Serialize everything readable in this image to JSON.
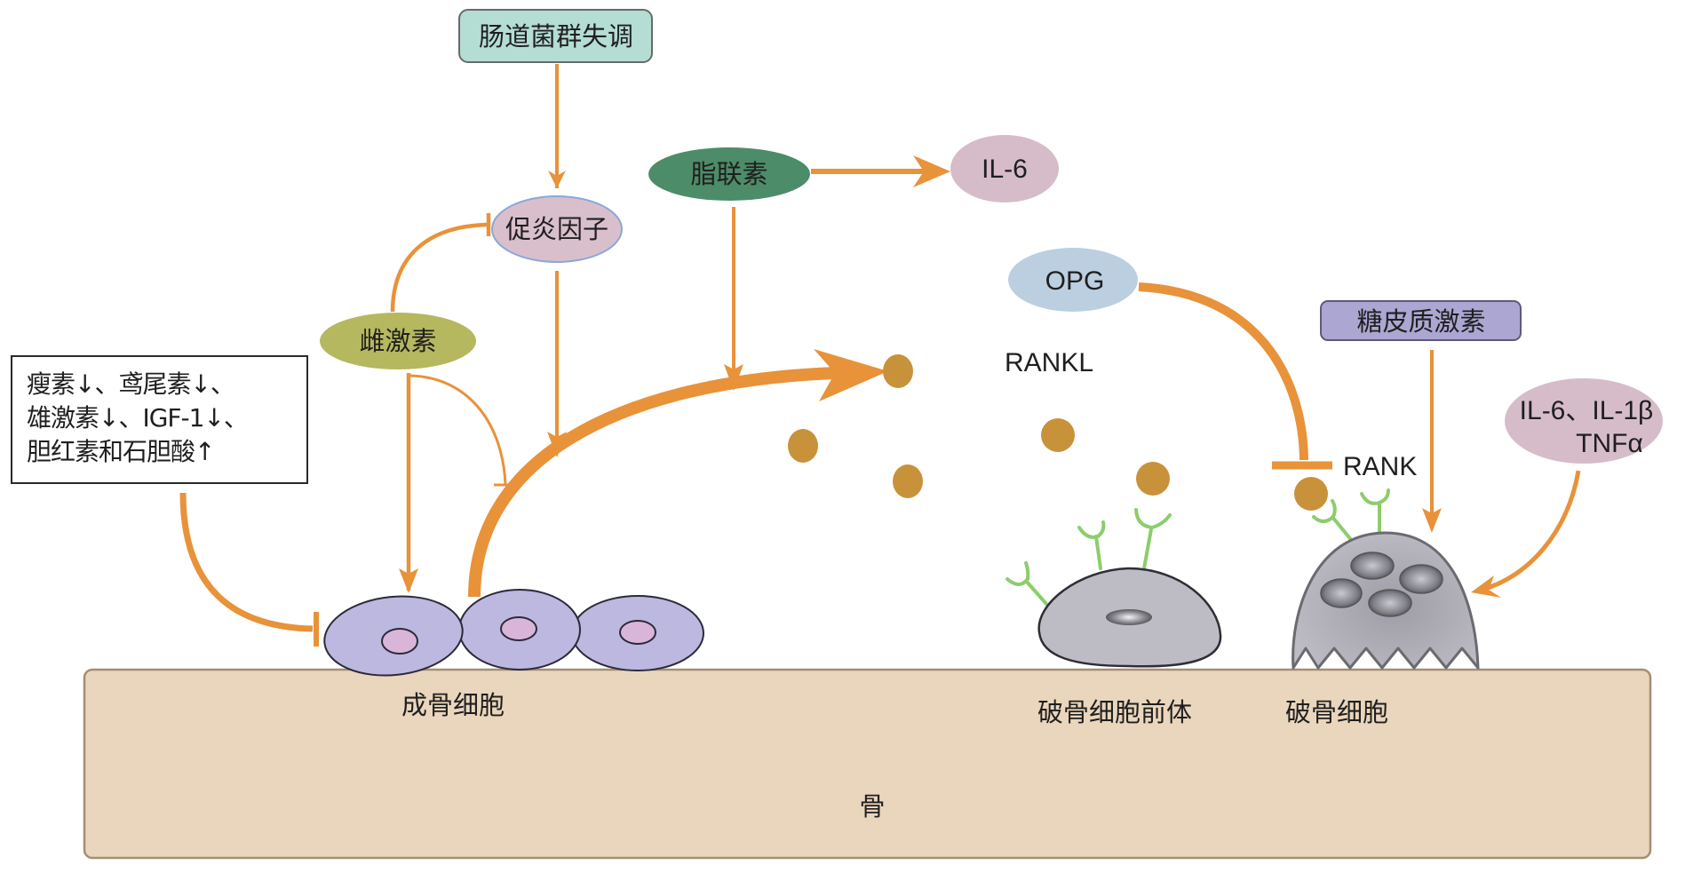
{
  "title": "肠道菌群失调与骨代谢调节示意图",
  "nodes": {
    "gut_dysbiosis": "肠道菌群失调",
    "proinflammatory_factors": "促炎因子",
    "estrogen": "雌激素",
    "adiponectin": "脂联素",
    "il6": "IL-6",
    "opg": "OPG",
    "rankl": "RANKL",
    "rank": "RANK",
    "glucocorticoid": "糖皮质激素",
    "cytokines_line1": "IL-6、IL-1β",
    "cytokines_line2": "TNFα"
  },
  "factor_box": {
    "lines": [
      "瘦素↓、鸢尾素↓、",
      "雄激素↓、IGF-1↓、",
      "胆红素和石胆酸↑"
    ]
  },
  "cells": {
    "osteoblast": "成骨细胞",
    "osteoclast_precursor": "破骨细胞前体",
    "osteoclast": "破骨细胞"
  },
  "bone_label": "骨",
  "edges": [
    {
      "from": "肠道菌群失调",
      "to": "促炎因子",
      "type": "promote"
    },
    {
      "from": "雌激素",
      "to": "促炎因子",
      "type": "inhibit"
    },
    {
      "from": "雌激素",
      "to": "成骨细胞",
      "type": "promote"
    },
    {
      "from": "雌激素",
      "to": "成骨细胞→RANKL",
      "type": "inhibit"
    },
    {
      "from": "促炎因子",
      "to": "成骨细胞→RANKL",
      "type": "promote"
    },
    {
      "from": "脂联素",
      "to": "IL-6",
      "type": "promote"
    },
    {
      "from": "脂联素",
      "to": "成骨细胞→RANKL",
      "type": "promote"
    },
    {
      "from": "成骨细胞",
      "to": "RANKL",
      "type": "promote"
    },
    {
      "from": "OPG",
      "to": "RANK",
      "type": "inhibit"
    },
    {
      "from": "糖皮质激素",
      "to": "破骨细胞",
      "type": "promote"
    },
    {
      "from": "IL-6、IL-1β、TNFα",
      "to": "破骨细胞",
      "type": "promote"
    },
    {
      "from": "瘦素、鸢尾素、雄激素、IGF-1、胆红素和石胆酸",
      "to": "成骨细胞",
      "type": "inhibit"
    }
  ],
  "colors": {
    "arrow": "#e8923a",
    "gut_box": "#b4ddd4",
    "proinflammatory": "#d9bfcc",
    "estrogen": "#b5b85e",
    "adiponectin": "#4d8c68",
    "il6": "#d6bcc9",
    "opg": "#bccfe0",
    "glucocorticoid": "#aca6d2",
    "cytokines": "#d6bcc9",
    "osteoblast": "#bcb8e0",
    "osteoblast_nucleus": "#d9b6d9",
    "rankl_dot": "#c8923a",
    "receptor": "#8ccd6c",
    "osteoclast": "#b7b6bf",
    "bone": "#ead6bc"
  }
}
